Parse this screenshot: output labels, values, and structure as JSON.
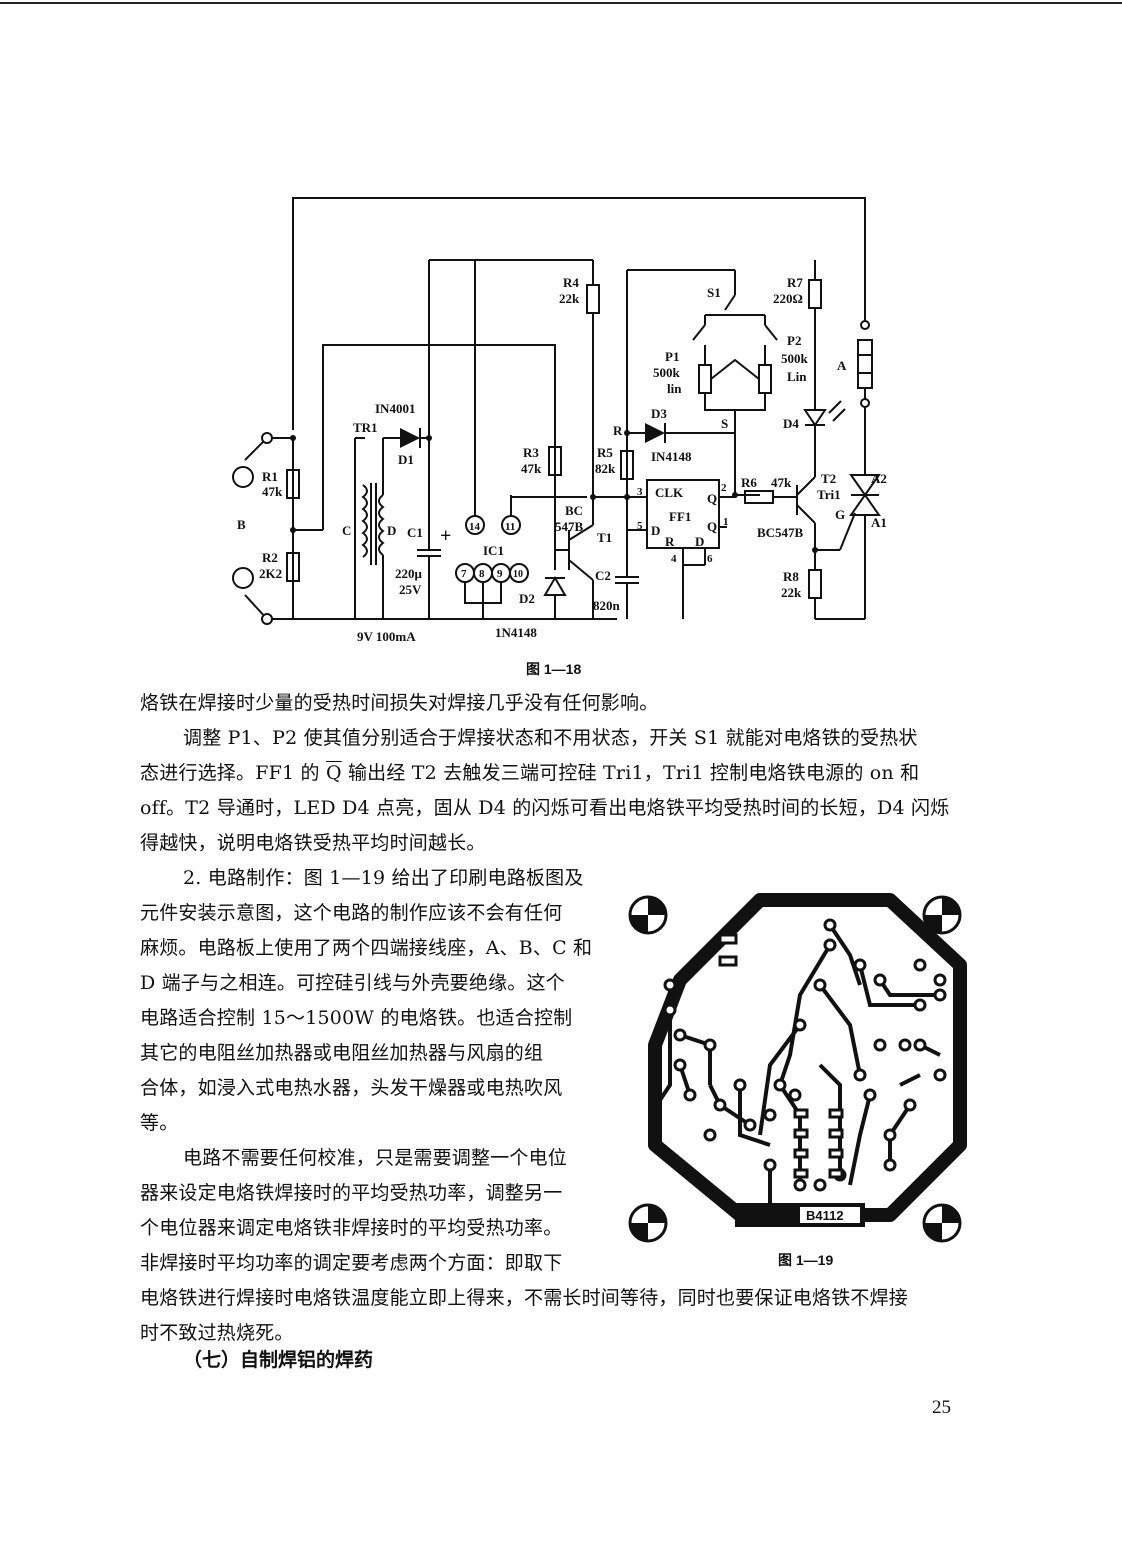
{
  "figures": {
    "fig18": {
      "caption": "图 1—18",
      "labels": {
        "tr1": "TR1",
        "r1": "R1",
        "r1v": "47k",
        "r2": "R2",
        "r2v": "2K2",
        "b": "B",
        "c": "C",
        "d": "D",
        "d1type": "IN4001",
        "d1": "D1",
        "c1": "C1",
        "c1v": "220μ",
        "c1v2": "25V",
        "plus": "+",
        "pin14": "14",
        "pin11": "11",
        "ic1": "IC1",
        "pin7": "7",
        "pin8": "8",
        "pin9": "9",
        "pin10": "10",
        "r4": "R4",
        "r4v": "22k",
        "r3": "R3",
        "r3v": "47k",
        "bc": "BC",
        "bc547": "547B",
        "t1": "T1",
        "d2": "D2",
        "c2": "C2",
        "c2v": "820n",
        "r5": "R5",
        "r5v": "82k",
        "r": "R",
        "d3": "D3",
        "d3type": "IN4148",
        "s1": "S1",
        "p1": "P1",
        "p1v": "500k",
        "p1lin": "lin",
        "s": "S",
        "p2": "P2",
        "p2v": "500k",
        "p2lin": "Lin",
        "r7": "R7",
        "r7v": "220Ω",
        "a": "A",
        "d4": "D4",
        "clk": "CLK",
        "ff1": "FF1",
        "ffd": "D",
        "ffr": "R",
        "ffd2": "D",
        "q": "Q",
        "qbar": "Q",
        "pin2": "2",
        "pin3": "3",
        "pin5": "5",
        "pin1": "1",
        "pin4": "4",
        "pin6": "6",
        "r6": "R6",
        "r6v": "47k",
        "t2": "T2",
        "tri1": "Tri1",
        "bc547b2": "BC547B",
        "a2": "A2",
        "g": "G",
        "a1": "A1",
        "r8": "R8",
        "r8v": "22k",
        "supply": "9V 100mA",
        "d2type": "1N4148"
      }
    },
    "fig19": {
      "caption": "图 1—19",
      "board_label": "B4112"
    }
  },
  "text": {
    "l1": "烙铁在焊接时少量的受热时间损失对焊接几乎没有任何影响。",
    "l2": "调整 P1、P2 使其值分别适合于焊接状态和不用状态，开关 S1 就能对电烙铁的受热状",
    "l3a": "态进行选择。FF1 的 ",
    "l3q": "Q",
    "l3b": " 输出经 T2 去触发三端可控硅 Tri1，Tri1 控制电烙铁电源的 on 和",
    "l4": "off。T2 导通时，LED D4 点亮，固从 D4 的闪烁可看出电烙铁平均受热时间的长短，D4 闪烁",
    "l5": "得越快，说明电烙铁受热平均时间越长。",
    "l6": "2. 电路制作：图 1—19 给出了印刷电路板图及",
    "l7": "元件安装示意图，这个电路的制作应该不会有任何",
    "l8": "麻烦。电路板上使用了两个四端接线座，A、B、C 和",
    "l9": "D 端子与之相连。可控硅引线与外壳要绝缘。这个",
    "l10": "电路适合控制 15～1500W 的电烙铁。也适合控制",
    "l11": "其它的电阻丝加热器或电阻丝加热器与风扇的组",
    "l12": "合体，如浸入式电热水器，头发干燥器或电热吹风",
    "l13": "等。",
    "l14": "电路不需要任何校准，只是需要调整一个电位",
    "l15": "器来设定电烙铁焊接时的平均受热功率，调整另一",
    "l16": "个电位器来调定电烙铁非焊接时的平均受热功率。",
    "l17": "非焊接时平均功率的调定要考虑两个方面：即取下",
    "l18": "电烙铁进行焊接时电烙铁温度能立即上得来，不需长时间等待，同时也要保证电烙铁不焊接",
    "l19": "时不致过热烧死。"
  },
  "heading": "（七）自制焊铝的焊药",
  "page_number": "25"
}
